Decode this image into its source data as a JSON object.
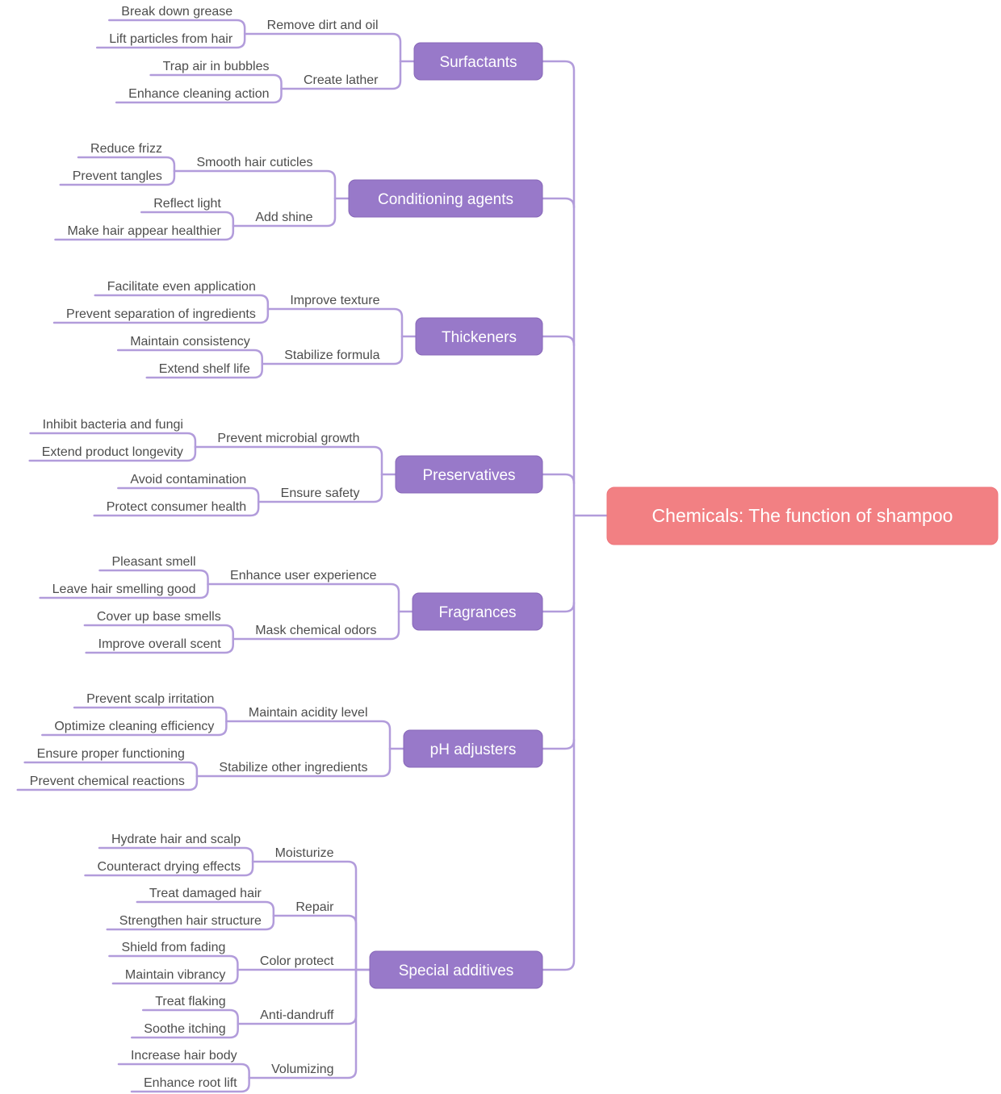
{
  "colors": {
    "background": "#ffffff",
    "branch_fill": "#9879c9",
    "branch_edge": "#8767b8",
    "root_fill": "#f28083",
    "root_edge": "#ee747b",
    "link": "#b29cdb",
    "label_text": "#4d4d4d",
    "node_text": "#ffffff"
  },
  "mindmap": {
    "root": {
      "label": "Chemicals: The function of shampoo"
    },
    "branches": [
      {
        "label": "Surfactants",
        "children": [
          {
            "label": "Remove dirt and oil",
            "children": [
              {
                "label": "Break down grease"
              },
              {
                "label": "Lift particles from hair"
              }
            ]
          },
          {
            "label": "Create lather",
            "children": [
              {
                "label": "Trap air in bubbles"
              },
              {
                "label": "Enhance cleaning action"
              }
            ]
          }
        ]
      },
      {
        "label": "Conditioning agents",
        "children": [
          {
            "label": "Smooth hair cuticles",
            "children": [
              {
                "label": "Reduce frizz"
              },
              {
                "label": "Prevent tangles"
              }
            ]
          },
          {
            "label": "Add shine",
            "children": [
              {
                "label": "Reflect light"
              },
              {
                "label": "Make hair appear healthier"
              }
            ]
          }
        ]
      },
      {
        "label": "Thickeners",
        "children": [
          {
            "label": "Improve texture",
            "children": [
              {
                "label": "Facilitate even application"
              },
              {
                "label": "Prevent separation of ingredients"
              }
            ]
          },
          {
            "label": "Stabilize formula",
            "children": [
              {
                "label": "Maintain consistency"
              },
              {
                "label": "Extend shelf life"
              }
            ]
          }
        ]
      },
      {
        "label": "Preservatives",
        "children": [
          {
            "label": "Prevent microbial growth",
            "children": [
              {
                "label": "Inhibit bacteria and fungi"
              },
              {
                "label": "Extend product longevity"
              }
            ]
          },
          {
            "label": "Ensure safety",
            "children": [
              {
                "label": "Avoid contamination"
              },
              {
                "label": "Protect consumer health"
              }
            ]
          }
        ]
      },
      {
        "label": "Fragrances",
        "children": [
          {
            "label": "Enhance user experience",
            "children": [
              {
                "label": "Pleasant smell"
              },
              {
                "label": "Leave hair smelling good"
              }
            ]
          },
          {
            "label": "Mask chemical odors",
            "children": [
              {
                "label": "Cover up base smells"
              },
              {
                "label": "Improve overall scent"
              }
            ]
          }
        ]
      },
      {
        "label": "pH adjusters",
        "children": [
          {
            "label": "Maintain acidity level",
            "children": [
              {
                "label": "Prevent scalp irritation"
              },
              {
                "label": "Optimize cleaning efficiency"
              }
            ]
          },
          {
            "label": "Stabilize other ingredients",
            "children": [
              {
                "label": "Ensure proper functioning"
              },
              {
                "label": "Prevent chemical reactions"
              }
            ]
          }
        ]
      },
      {
        "label": "Special additives",
        "children": [
          {
            "label": "Moisturize",
            "children": [
              {
                "label": "Hydrate hair and scalp"
              },
              {
                "label": "Counteract drying effects"
              }
            ]
          },
          {
            "label": "Repair",
            "children": [
              {
                "label": "Treat damaged hair"
              },
              {
                "label": "Strengthen hair structure"
              }
            ]
          },
          {
            "label": "Color protect",
            "children": [
              {
                "label": "Shield from fading"
              },
              {
                "label": "Maintain vibrancy"
              }
            ]
          },
          {
            "label": "Anti-dandruff",
            "children": [
              {
                "label": "Treat flaking"
              },
              {
                "label": "Soothe itching"
              }
            ]
          },
          {
            "label": "Volumizing",
            "children": [
              {
                "label": "Increase hair body"
              },
              {
                "label": "Enhance root lift"
              }
            ]
          }
        ]
      }
    ]
  }
}
